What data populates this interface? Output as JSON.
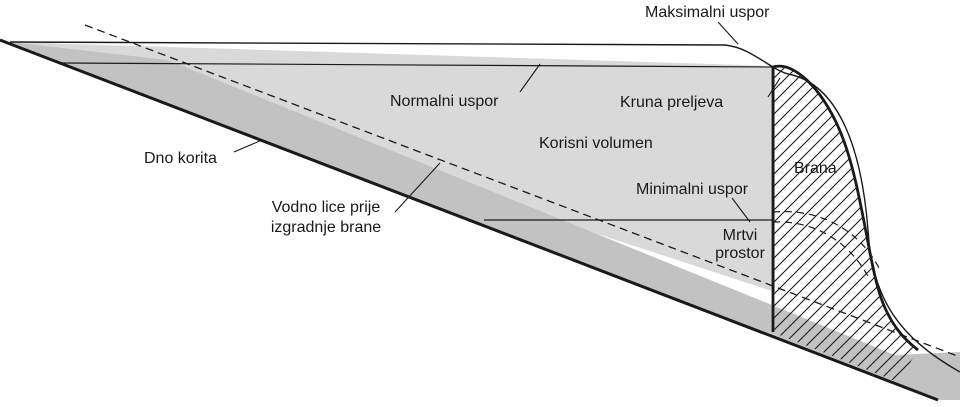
{
  "labels": {
    "maksimalni_uspor": "Maksimalni uspor",
    "normalni_uspor": "Normalni uspor",
    "kruna_preljeva": "Kruna preljeva",
    "dno_korita": "Dno korita",
    "korisni_volumen": "Korisni volumen",
    "brana": "Brana",
    "minimalni_uspor": "Minimalni uspor",
    "vodno_lice_line1": "Vodno lice prije",
    "vodno_lice_line2": "izgradnje brane",
    "mrtvi_line1": "Mrtvi",
    "mrtvi_line2": "prostor"
  },
  "colors": {
    "reservoir_fill": "#d9d9d9",
    "riverbed_band": "#c2c2c2",
    "outline": "#1a1a1a",
    "background": "#ffffff"
  }
}
